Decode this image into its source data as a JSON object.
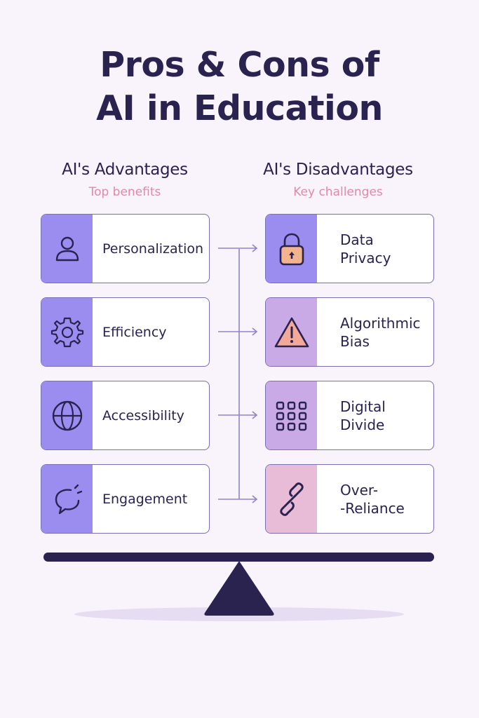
{
  "title": {
    "line1": "Pros & Cons of",
    "line2": "AI in Education"
  },
  "advantages": {
    "heading": "AI's Advantages",
    "subheading": "Top benefits",
    "items": [
      {
        "label": "Personalization",
        "icon": "person-icon",
        "color": "#9b8df0"
      },
      {
        "label": "Efficiency",
        "icon": "gear-icon",
        "color": "#9b8df0"
      },
      {
        "label": "Accessibility",
        "icon": "globe-icon",
        "color": "#9b8df0"
      },
      {
        "label": "Engagement",
        "icon": "chat-bubble-icon",
        "color": "#9b8df0"
      }
    ]
  },
  "disadvantages": {
    "heading": "AI's Disadvantages",
    "subheading": "Key challenges",
    "items": [
      {
        "label_line1": "Data",
        "label_line2": "Privacy",
        "icon": "padlock-icon",
        "color": "#9b8df0"
      },
      {
        "label_line1": "Algorithmic",
        "label_line2": "Bias",
        "icon": "warning-icon",
        "color": "#c9a9e6"
      },
      {
        "label_line1": "Digital",
        "label_line2": "Divide",
        "icon": "grid-icon",
        "color": "#c9a9e6"
      },
      {
        "label_line1": "Over-",
        "label_line2": "-Reliance",
        "icon": "chain-link-icon",
        "color": "#e8bcd6"
      }
    ]
  },
  "colors": {
    "background": "#f9f3fb",
    "text": "#2a2350",
    "subheading": "#e08aa6",
    "border": "#7a6fb0",
    "connector": "#8f84c8"
  }
}
